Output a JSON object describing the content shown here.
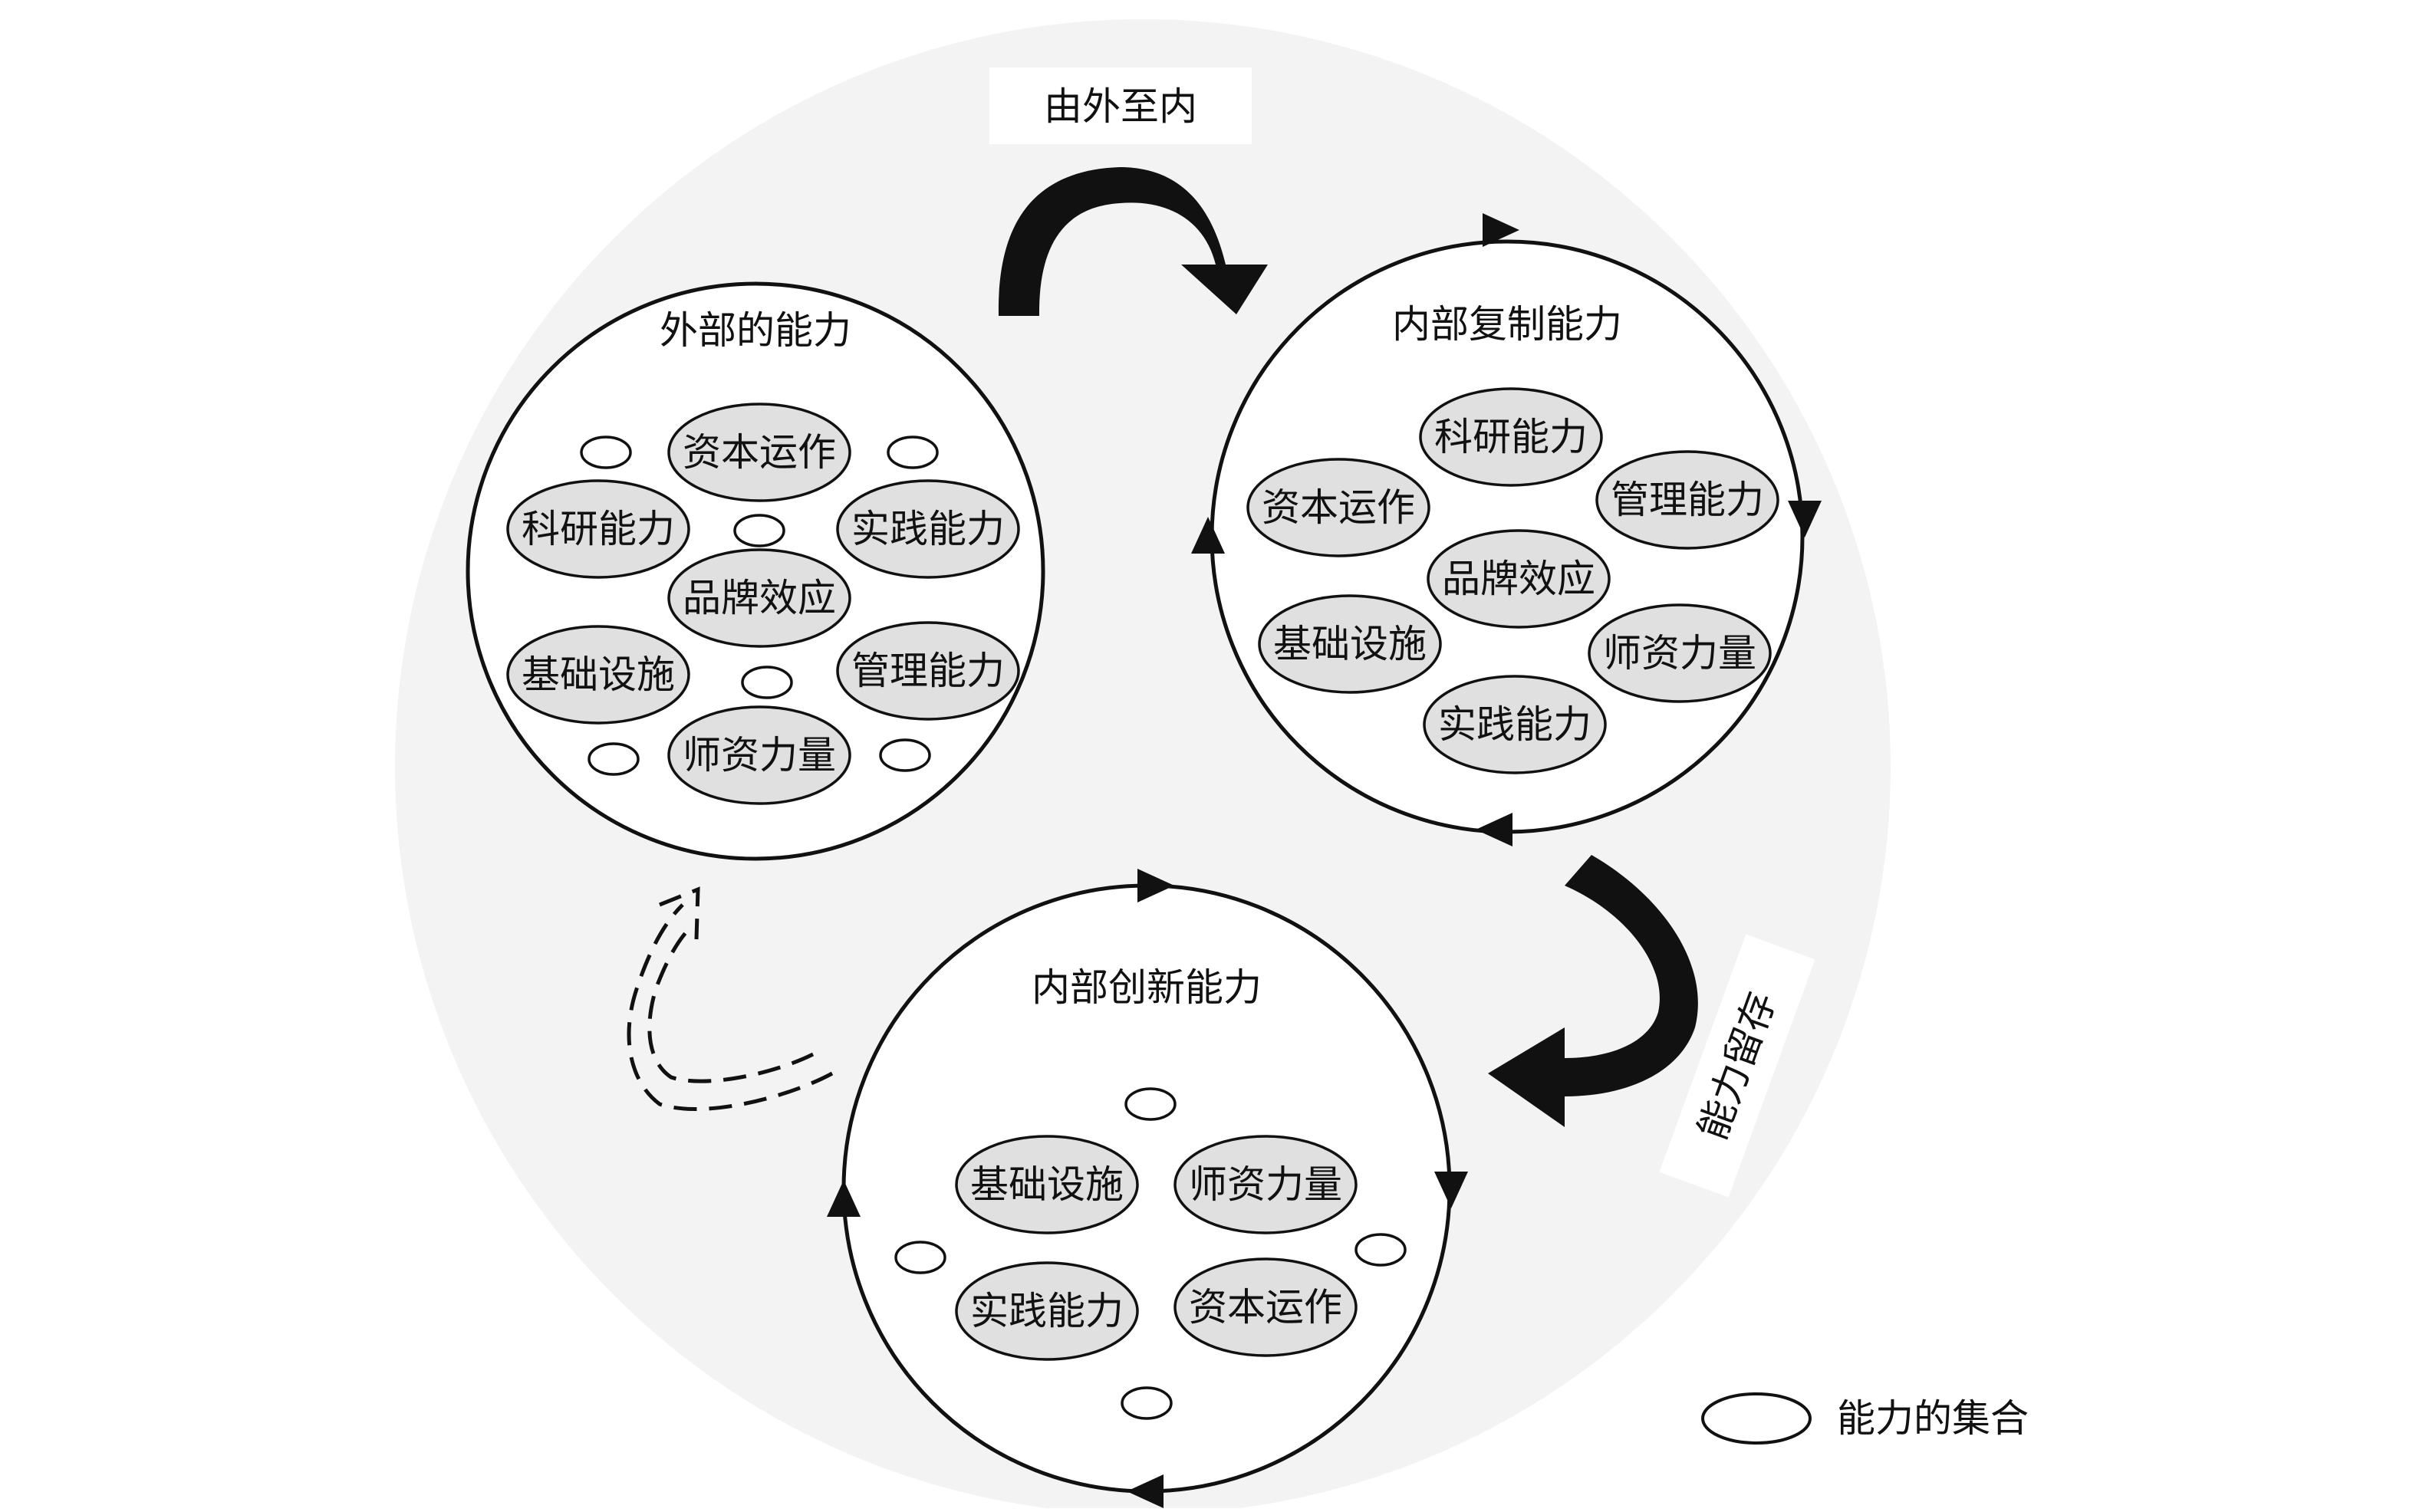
{
  "colors": {
    "background_disc": "#f3f3f3",
    "circle_fill": "#ffffff",
    "pill_fill": "#e0e0e0",
    "stroke": "#111111"
  },
  "labels": {
    "top_arrow": "由外至内",
    "right_arrow": "能力留存",
    "legend": "能力的集合"
  },
  "circles": {
    "external": {
      "title": "外部的能力",
      "items": [
        "资本运作",
        "科研能力",
        "实践能力",
        "品牌效应",
        "基础设施",
        "管理能力",
        "师资力量"
      ]
    },
    "replication": {
      "title": "内部复制能力",
      "items": [
        "科研能力",
        "资本运作",
        "管理能力",
        "品牌效应",
        "基础设施",
        "师资力量",
        "实践能力"
      ]
    },
    "innovation": {
      "title": "内部创新能力",
      "items": [
        "基础设施",
        "师资力量",
        "实践能力",
        "资本运作"
      ]
    }
  }
}
